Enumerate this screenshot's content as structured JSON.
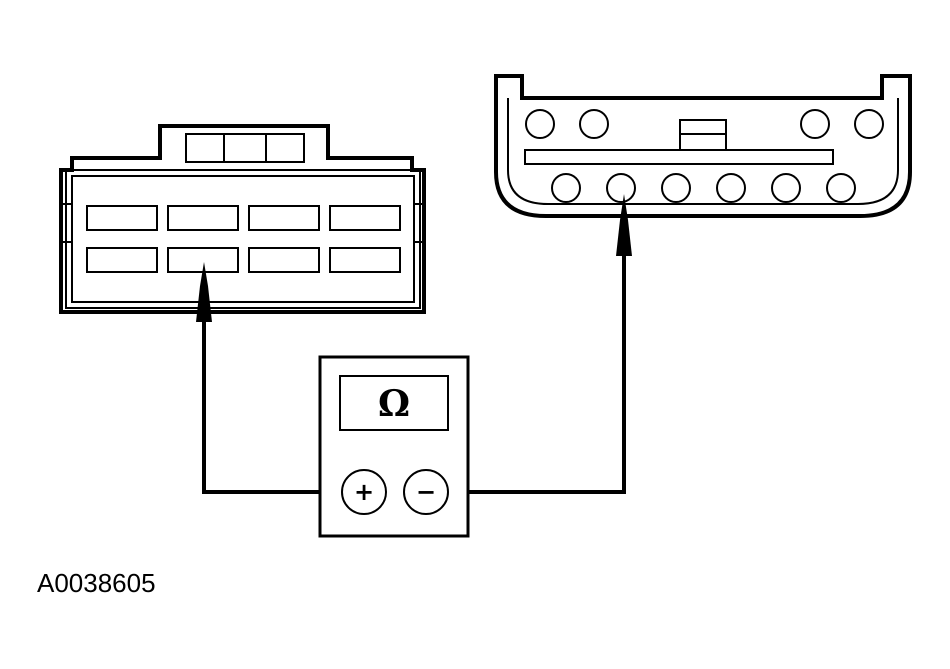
{
  "figure_id": "A0038605",
  "meter": {
    "display_symbol": "Ω",
    "positive_jack_symbol": "+",
    "negative_jack_symbol": "−"
  },
  "components": [
    "left-connector-8-pin",
    "right-connector-10-pin",
    "ohmmeter"
  ]
}
